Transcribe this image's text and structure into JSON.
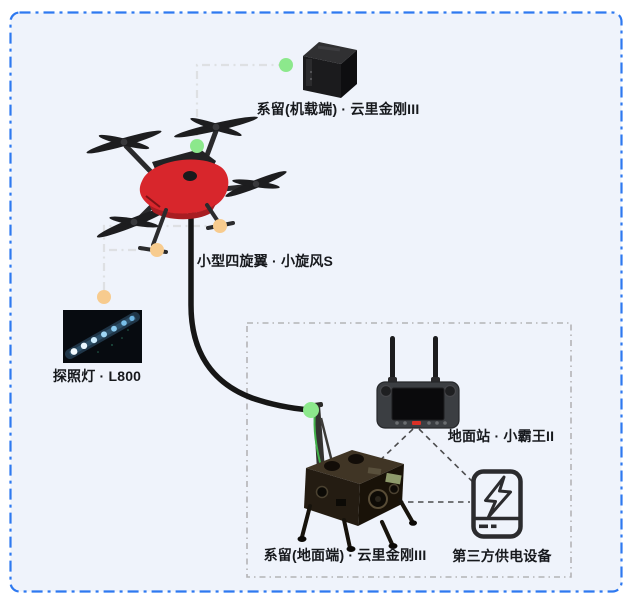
{
  "diagram": {
    "type": "tethered-drone-system-diagram",
    "panel": {
      "background": "#eff3fb",
      "border_color": "#2e79f0",
      "inner_group_border_color": "#b4b4b6"
    },
    "connector_colors": {
      "light_dashed_link": "#dee0e3",
      "dark_dashed_link": "#4c4c4e",
      "tether_cable": "#161616",
      "node_green": "#8ce88c",
      "node_orange": "#f7cb8e"
    },
    "devices": [
      {
        "id": "airborne-tether-unit",
        "label": "系留(机载端) · 云里金刚III"
      },
      {
        "id": "drone",
        "label": "小型四旋翼 · 小旋风S"
      },
      {
        "id": "searchlight",
        "label": "探照灯 · L800"
      },
      {
        "id": "ground-station",
        "label": "地面站 · 小霸王II"
      },
      {
        "id": "ground-tether-unit",
        "label": "系留(地面端) · 云里金刚III"
      },
      {
        "id": "power-device",
        "label": "第三方供电设备"
      }
    ]
  }
}
